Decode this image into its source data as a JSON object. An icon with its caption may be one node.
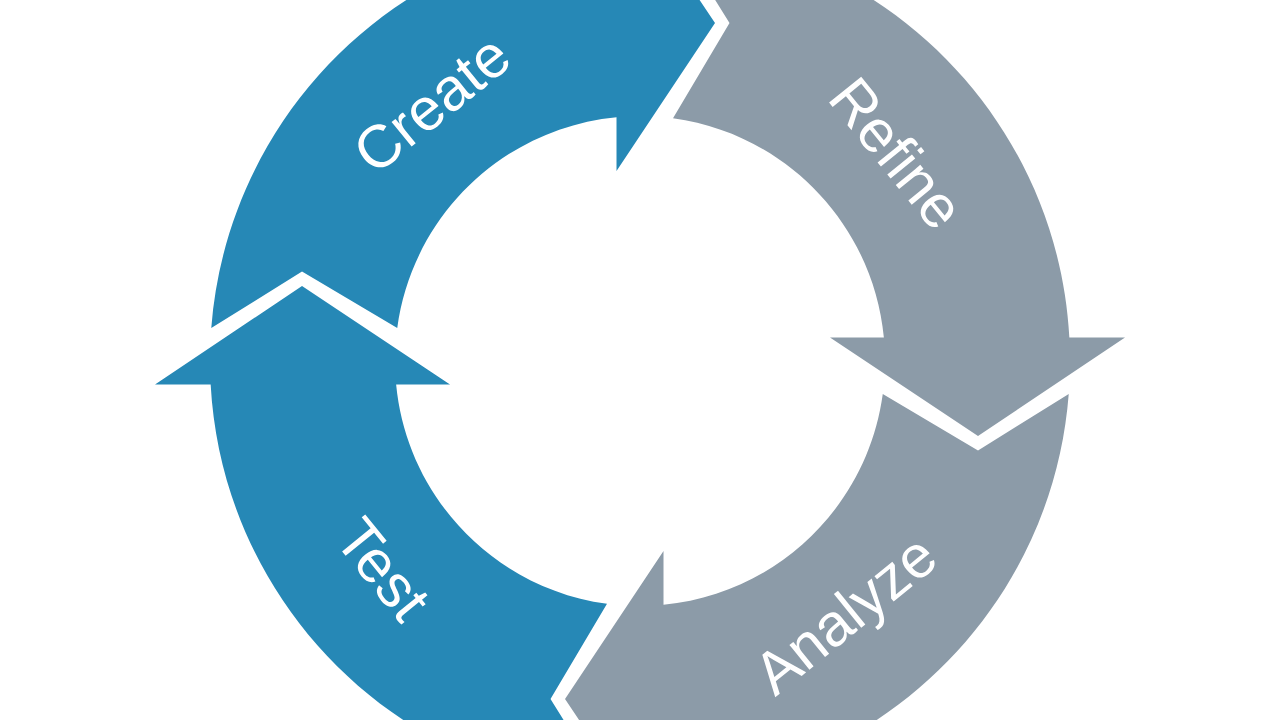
{
  "diagram": {
    "nodes": [
      {
        "text": [
          "Create"
        ]
      },
      {
        "text": [
          "Refine"
        ]
      },
      {
        "text": [
          "Analyze"
        ]
      },
      {
        "text": [
          "Test"
        ]
      }
    ]
  }
}
